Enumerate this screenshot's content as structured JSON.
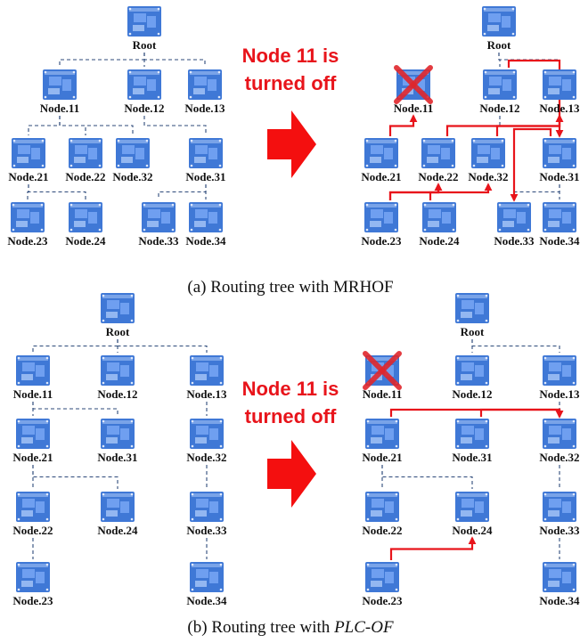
{
  "colors": {
    "node_body": "#3f78d6",
    "node_panel": "#6f9ff0",
    "node_light": "#a9c7f7",
    "dashed_link": "#2d4a7a",
    "faded_link": "#c8d4e6",
    "reroute": "#e8141b",
    "arrow": "#f40f0f"
  },
  "icons": {
    "node": "network-device-icon",
    "failure": "red-x-icon",
    "transition": "right-arrow-icon"
  },
  "panels": [
    {
      "id": "a",
      "caption_prefix": "(a) Routing tree with ",
      "caption_method": "MRHOF",
      "event_text": [
        "Node 11 is",
        "turned off"
      ],
      "before_nodes": [
        {
          "id": "Root"
        },
        {
          "id": "Node.11"
        },
        {
          "id": "Node.12"
        },
        {
          "id": "Node.13"
        },
        {
          "id": "Node.21"
        },
        {
          "id": "Node.22"
        },
        {
          "id": "Node.32"
        },
        {
          "id": "Node.31"
        },
        {
          "id": "Node.23"
        },
        {
          "id": "Node.24"
        },
        {
          "id": "Node.33"
        },
        {
          "id": "Node.34"
        }
      ],
      "before_links": [
        [
          "Root",
          "Node.11"
        ],
        [
          "Root",
          "Node.12"
        ],
        [
          "Root",
          "Node.13"
        ],
        [
          "Node.11",
          "Node.21"
        ],
        [
          "Node.11",
          "Node.22"
        ],
        [
          "Node.11",
          "Node.32"
        ],
        [
          "Node.12",
          "Node.31"
        ],
        [
          "Node.21",
          "Node.23"
        ],
        [
          "Node.21",
          "Node.24"
        ],
        [
          "Node.31",
          "Node.33"
        ],
        [
          "Node.31",
          "Node.34"
        ]
      ],
      "after_nodes": [
        {
          "id": "Root"
        },
        {
          "id": "Node.11",
          "failed": true
        },
        {
          "id": "Node.12"
        },
        {
          "id": "Node.13"
        },
        {
          "id": "Node.21"
        },
        {
          "id": "Node.22"
        },
        {
          "id": "Node.32"
        },
        {
          "id": "Node.31"
        },
        {
          "id": "Node.23"
        },
        {
          "id": "Node.24"
        },
        {
          "id": "Node.33"
        },
        {
          "id": "Node.34"
        }
      ],
      "after_links": [
        [
          "Root",
          "Node.12"
        ],
        [
          "Root",
          "Node.13"
        ],
        [
          "Node.12",
          "Node.31"
        ],
        [
          "Node.31",
          "Node.33"
        ],
        [
          "Node.31",
          "Node.34"
        ]
      ],
      "reroutes": [
        [
          "Node.21",
          "Node.11"
        ],
        [
          "Node.22",
          "Node.13"
        ],
        [
          "Node.32",
          "Node.13"
        ],
        [
          "Node.23",
          "Node.22"
        ],
        [
          "Node.24",
          "Node.22"
        ],
        [
          "Node.12",
          "Node.31"
        ],
        [
          "Node.31",
          "Node.33"
        ],
        [
          "Node.23",
          "Node.32"
        ]
      ]
    },
    {
      "id": "b",
      "caption_prefix": "(b) Routing tree with ",
      "caption_method": "PLC-OF",
      "event_text": [
        "Node 11 is",
        "turned off"
      ],
      "before_nodes": [
        {
          "id": "Root"
        },
        {
          "id": "Node.11"
        },
        {
          "id": "Node.12"
        },
        {
          "id": "Node.13"
        },
        {
          "id": "Node.21"
        },
        {
          "id": "Node.31"
        },
        {
          "id": "Node.32"
        },
        {
          "id": "Node.22"
        },
        {
          "id": "Node.24"
        },
        {
          "id": "Node.33"
        },
        {
          "id": "Node.23"
        },
        {
          "id": "Node.34"
        }
      ],
      "before_links": [
        [
          "Root",
          "Node.11"
        ],
        [
          "Root",
          "Node.12"
        ],
        [
          "Root",
          "Node.13"
        ],
        [
          "Node.11",
          "Node.21"
        ],
        [
          "Node.11",
          "Node.31"
        ],
        [
          "Node.13",
          "Node.32"
        ],
        [
          "Node.21",
          "Node.22"
        ],
        [
          "Node.21",
          "Node.24"
        ],
        [
          "Node.32",
          "Node.33"
        ],
        [
          "Node.22",
          "Node.23"
        ],
        [
          "Node.33",
          "Node.34"
        ]
      ],
      "after_nodes": [
        {
          "id": "Root"
        },
        {
          "id": "Node.11",
          "failed": true
        },
        {
          "id": "Node.12"
        },
        {
          "id": "Node.13"
        },
        {
          "id": "Node.21"
        },
        {
          "id": "Node.31"
        },
        {
          "id": "Node.32"
        },
        {
          "id": "Node.22"
        },
        {
          "id": "Node.24"
        },
        {
          "id": "Node.33"
        },
        {
          "id": "Node.23"
        },
        {
          "id": "Node.34"
        }
      ],
      "after_links": [
        [
          "Root",
          "Node.12"
        ],
        [
          "Root",
          "Node.13"
        ],
        [
          "Node.13",
          "Node.32"
        ],
        [
          "Node.21",
          "Node.22"
        ],
        [
          "Node.21",
          "Node.24"
        ],
        [
          "Node.32",
          "Node.33"
        ],
        [
          "Node.33",
          "Node.34"
        ]
      ],
      "reroutes": [
        [
          "Node.21",
          "Node.32"
        ],
        [
          "Node.31",
          "Node.32"
        ],
        [
          "Node.23",
          "Node.24"
        ]
      ]
    }
  ]
}
